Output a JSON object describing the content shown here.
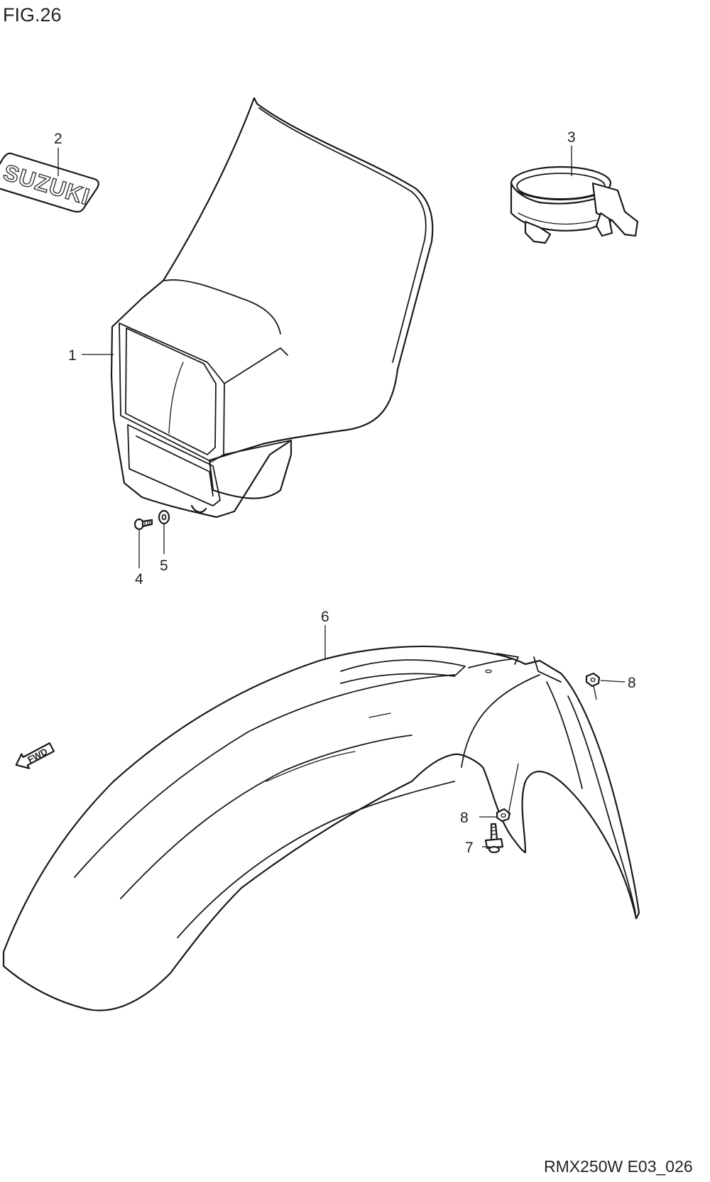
{
  "figure": {
    "title": "FIG.26",
    "code": "RMX250W E03_026"
  },
  "parts": [
    {
      "ref": "1"
    },
    {
      "ref": "2"
    },
    {
      "ref": "3"
    },
    {
      "ref": "4"
    },
    {
      "ref": "5"
    },
    {
      "ref": "6"
    },
    {
      "ref": "7"
    },
    {
      "ref": "8"
    },
    {
      "ref": "8"
    }
  ],
  "emblem_text": "SUZUKI",
  "direction_arrow": {
    "text": "FWD",
    "icon": "fwd-arrow-icon"
  }
}
